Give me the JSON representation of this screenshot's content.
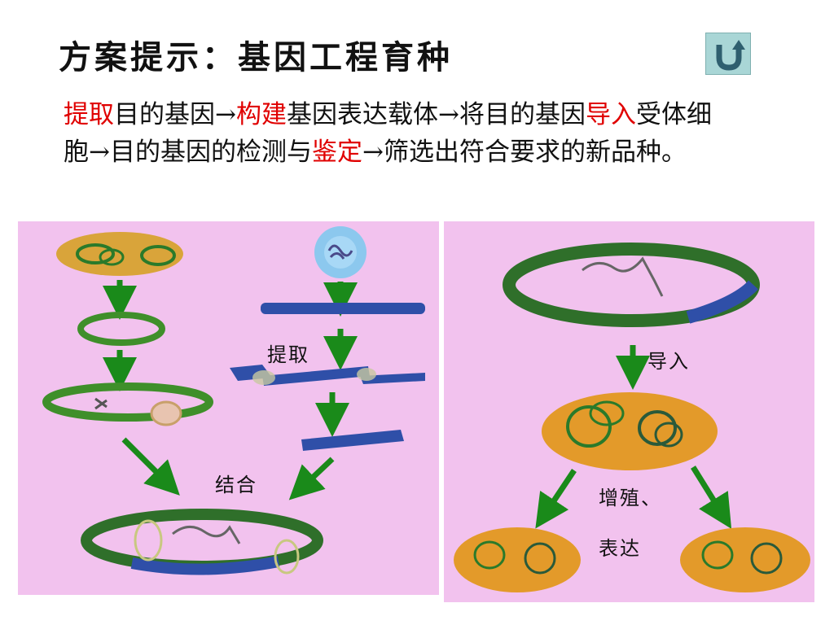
{
  "slide": {
    "title": "方案提示：基因工程育种",
    "paragraph": {
      "s1": "提取",
      "s2": "目的基因→",
      "s3": "构建",
      "s4": "基因表达载体→将目的基因",
      "s5": "导入",
      "s6": "受体细胞→目的基因的检测与",
      "s7": "鉴定",
      "s8": "→筛选出符合要求的新品种。"
    },
    "labels": {
      "extract": "提取",
      "combine": "结合",
      "import": "导入",
      "proliferate": "增殖、",
      "express": "表达"
    },
    "icons": {
      "back": "back-arrow-icon"
    },
    "colors": {
      "highlight": "#e00000",
      "panel_bg": "#f2c2ee",
      "arrow": "#1a8a1a"
    }
  }
}
